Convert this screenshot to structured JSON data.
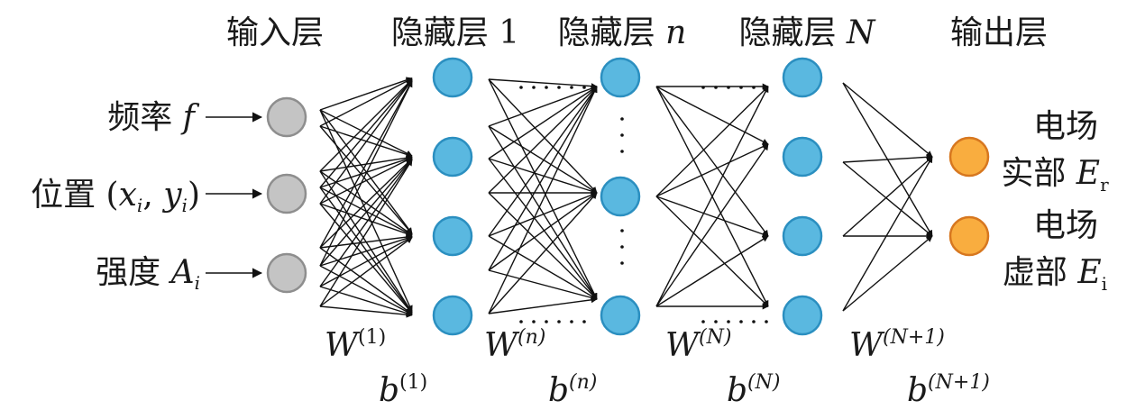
{
  "layers": {
    "input": {
      "title": "输入层"
    },
    "hidden1": {
      "title_main": "隐藏层 1"
    },
    "hiddenN_small": {
      "title_main": "隐藏层 ",
      "title_var": "n"
    },
    "hiddenN_big": {
      "title_main": "隐藏层 ",
      "title_var": "N"
    },
    "output": {
      "title": "输出层"
    }
  },
  "inputs": [
    {
      "text": "频率 ",
      "var": "f",
      "sub": ""
    },
    {
      "text": "位置 (",
      "var_x": "x",
      "sub_x": "i",
      "sep": ", ",
      "var_y": "y",
      "sub_y": "i",
      "close": ")"
    },
    {
      "text": "强度 ",
      "var": "A",
      "sub": "i"
    }
  ],
  "outputs": [
    {
      "line1": "电场",
      "line2": "实部 ",
      "var": "E",
      "sub": "r"
    },
    {
      "line1": "电场",
      "line2": "虚部 ",
      "var": "E",
      "sub": "i"
    }
  ],
  "weights": [
    {
      "w": "W",
      "w_sup": "(1)",
      "b": "b",
      "b_sup": "(1)"
    },
    {
      "w": "W",
      "w_sup": "(n)",
      "b": "b",
      "b_sup": "(n)"
    },
    {
      "w": "W",
      "w_sup": "(N)",
      "b": "b",
      "b_sup": "(N)"
    },
    {
      "w": "W",
      "w_sup": "(N+1)",
      "b": "b",
      "b_sup": "(N+1)"
    }
  ],
  "colors": {
    "input_node": "#c4c4c4",
    "hidden_node": "#5ab8e0",
    "output_node": "#f9ad3f"
  }
}
